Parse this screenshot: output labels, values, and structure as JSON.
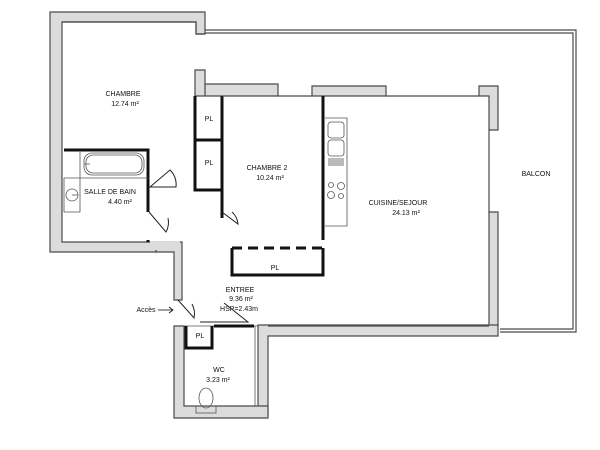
{
  "plan": {
    "rooms": [
      {
        "id": "chambre",
        "name": "CHAMBRE",
        "area": "12.74 m²"
      },
      {
        "id": "salle-de-bain",
        "name": "SALLE DE BAIN",
        "area": "4.40 m²"
      },
      {
        "id": "chambre-2",
        "name": "CHAMBRE 2",
        "area": "10.24 m²"
      },
      {
        "id": "cuisine-sejour",
        "name": "CUISINE/SEJOUR",
        "area": "24.13 m²"
      },
      {
        "id": "balcon",
        "name": "BALCON",
        "area": ""
      },
      {
        "id": "entree",
        "name": "ENTREE",
        "area": "9.36 m²",
        "height": "HSP=2.43m"
      },
      {
        "id": "wc",
        "name": "WC",
        "area": "3.23 m²"
      }
    ],
    "closets": [
      "PL",
      "PL",
      "PL",
      "PL"
    ],
    "access_label": "Accès",
    "colors": {
      "wall": "#dcdcdc",
      "outline": "#4a4a4a",
      "partition": "#111111"
    }
  }
}
